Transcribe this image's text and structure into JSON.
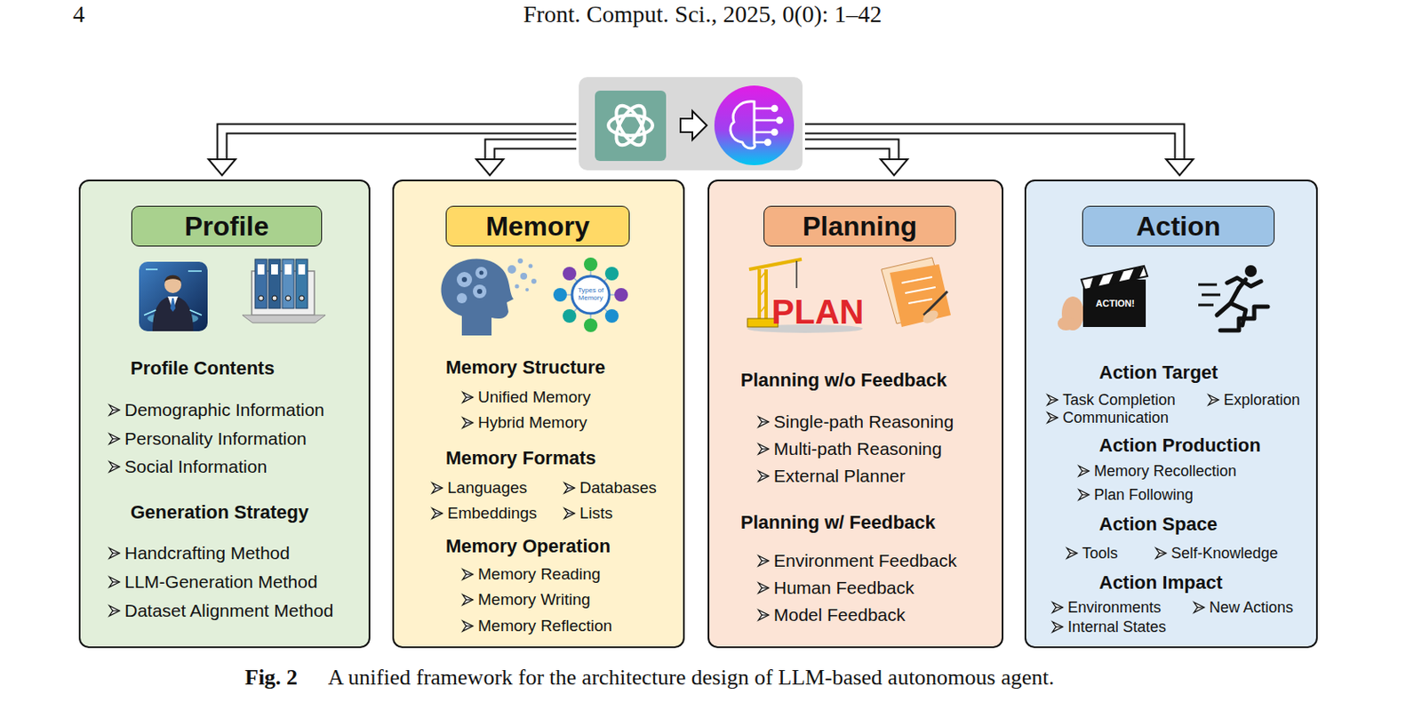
{
  "diagram": {
    "caption": "A unified framework for the architecture design of LLM-based autonomous agent.",
    "nodes": [
      {
        "text": [
          "Profile Contents",
          "Demographic Information",
          "Personality Information",
          "Social Information",
          "Generation Strategy",
          "Handcrafting Method",
          "LLM-Generation Method",
          "Dataset Alignment Method"
        ]
      },
      {
        "text": [
          "Profile"
        ],
        "in": 0
      },
      {
        "text": [
          "Memory Structure",
          "Unified Memory",
          "Hybrid Memory",
          "Memory Formats",
          "Languages",
          "Databases",
          "Embeddings",
          "Lists",
          "Memory Operation",
          "Memory Reading",
          "Memory Writing",
          "Memory Reflection"
        ]
      },
      {
        "text": [
          "Memory"
        ],
        "in": 2
      },
      {
        "text": [
          "Planning w/o Feedback",
          "Single-path Reasoning",
          "Multi-path Reasoning",
          "External Planner",
          "Planning w/ Feedback",
          "Environment Feedback",
          "Human Feedback",
          "Model Feedback"
        ]
      },
      {
        "text": [
          "Planning"
        ],
        "in": 4
      },
      {
        "text": [
          "Action Target",
          "Task Completion",
          "Exploration",
          "Communication",
          "Action Production",
          "Memory Recollection",
          "Plan Following",
          "Action Space",
          "Tools",
          "Self-Knowledge",
          "Action Impact",
          "Environments",
          "New Actions",
          "Internal States"
        ]
      },
      {
        "text": [
          "Action"
        ],
        "in": 6
      }
    ],
    "labels": [
      "4",
      "Front. Comput. Sci., 2025, 0(0): 1–42",
      "Fig. 2",
      "Types of Memory",
      "PLAN",
      "ACTION!"
    ]
  }
}
